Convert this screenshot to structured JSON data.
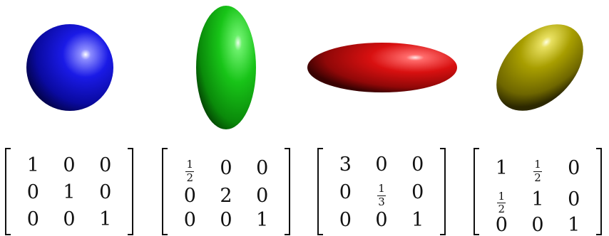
{
  "shapes": [
    {
      "name": "blue-sphere",
      "color": "#0a0fd0"
    },
    {
      "name": "green-ellipsoid",
      "color": "#10c010"
    },
    {
      "name": "red-ellipsoid",
      "color": "#d41010"
    },
    {
      "name": "yellow-ellipsoid",
      "color": "#a09a00"
    }
  ],
  "matrices": [
    {
      "name": "identity-matrix",
      "rows": [
        [
          {
            "t": "1"
          },
          {
            "t": "0"
          },
          {
            "t": "0"
          }
        ],
        [
          {
            "t": "0"
          },
          {
            "t": "1"
          },
          {
            "t": "0"
          }
        ],
        [
          {
            "t": "0"
          },
          {
            "t": "0"
          },
          {
            "t": "1"
          }
        ]
      ]
    },
    {
      "name": "green-matrix",
      "rows": [
        [
          {
            "n": "1",
            "d": "2"
          },
          {
            "t": "0"
          },
          {
            "t": "0"
          }
        ],
        [
          {
            "t": "0"
          },
          {
            "t": "2"
          },
          {
            "t": "0"
          }
        ],
        [
          {
            "t": "0"
          },
          {
            "t": "0"
          },
          {
            "t": "1"
          }
        ]
      ]
    },
    {
      "name": "red-matrix",
      "rows": [
        [
          {
            "t": "3"
          },
          {
            "t": "0"
          },
          {
            "t": "0"
          }
        ],
        [
          {
            "t": "0"
          },
          {
            "n": "1",
            "d": "3"
          },
          {
            "t": "0"
          }
        ],
        [
          {
            "t": "0"
          },
          {
            "t": "0"
          },
          {
            "t": "1"
          }
        ]
      ]
    },
    {
      "name": "yellow-matrix",
      "rows": [
        [
          {
            "t": "1"
          },
          {
            "n": "1",
            "d": "2"
          },
          {
            "t": "0"
          }
        ],
        [
          {
            "n": "1",
            "d": "2"
          },
          {
            "t": "1"
          },
          {
            "t": "0"
          }
        ],
        [
          {
            "t": "0"
          },
          {
            "t": "0"
          },
          {
            "t": "1"
          }
        ]
      ]
    }
  ]
}
